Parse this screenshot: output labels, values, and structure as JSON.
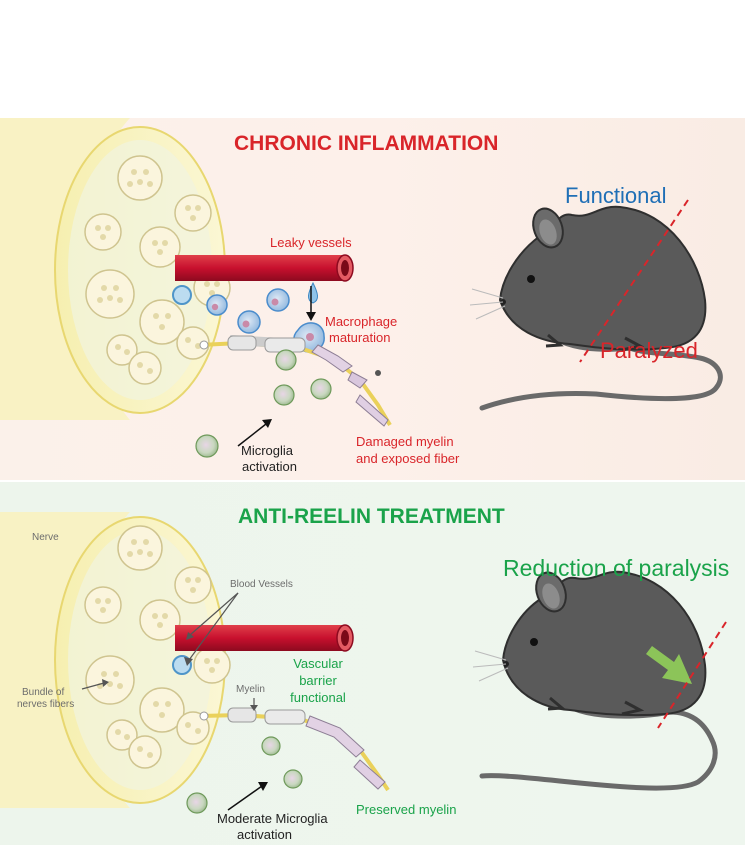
{
  "top": {
    "title": "CHRONIC INFLAMMATION",
    "leaky_vessels": "Leaky vessels",
    "macrophage_l1": "Macrophage",
    "macrophage_l2": "maturation",
    "damaged_l1": "Damaged myelin",
    "damaged_l2": "and exposed fiber",
    "microglia_l1": "Microglia",
    "microglia_l2": "activation",
    "functional": "Functional",
    "paralyzed": "Paralyzed"
  },
  "bottom": {
    "title": "ANTI-REELIN TREATMENT",
    "nerve": "Nerve",
    "blood_vessels": "Blood Vessels",
    "bundle_l1": "Bundle of",
    "bundle_l2": "nerves fibers",
    "myelin": "Myelin",
    "vascular_l1": "Vascular",
    "vascular_l2": "barrier",
    "vascular_l3": "functional",
    "preserved": "Preserved myelin",
    "moderate_l1": "Moderate Microglia",
    "moderate_l2": "activation",
    "reduction": "Reduction of paralysis"
  },
  "colors": {
    "inflammation_red": "#d9252a",
    "treatment_green": "#1aa34a",
    "functional_blue": "#1f6fb6",
    "vessel_red": "#c8102e",
    "mouse_grey": "#5a5a5a"
  }
}
